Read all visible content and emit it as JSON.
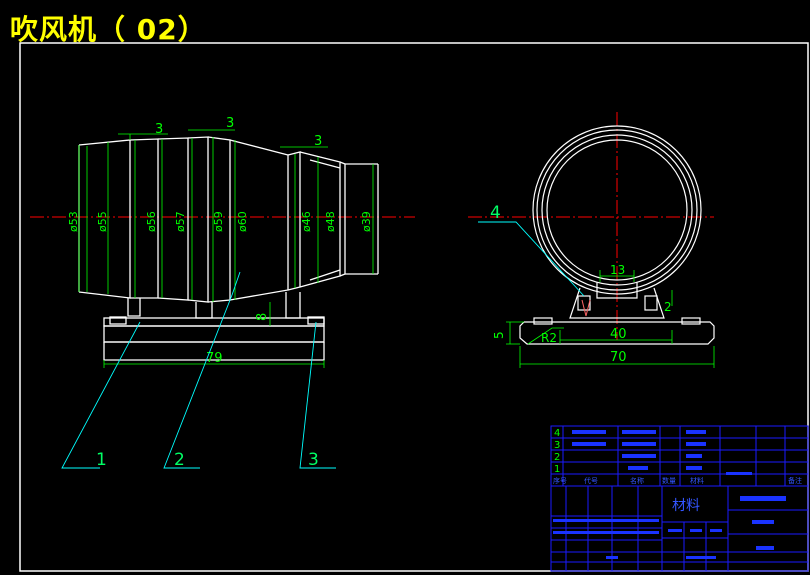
{
  "title": "吹风机（ 02）",
  "front_view": {
    "diameters": [
      "ø53",
      "ø55",
      "ø56",
      "ø57",
      "ø59",
      "ø60",
      "ø46",
      "ø48",
      "ø39"
    ],
    "top_dims": [
      "3",
      "3",
      "3"
    ],
    "height_dim": "8",
    "length_dim": "79",
    "part_labels": [
      "1",
      "2",
      "3"
    ]
  },
  "side_view": {
    "part_label": "4",
    "dims": {
      "saddle_width": "13",
      "small_dim": "2",
      "base_height": "5",
      "radius": "R2",
      "hole_spacing": "40",
      "base_width": "70"
    }
  },
  "title_block": {
    "material_label": "材料",
    "row_numbers": [
      "4",
      "3",
      "2",
      "1"
    ],
    "header_cells": [
      "序号",
      "代号",
      "名称",
      "数量",
      "材料",
      "备注"
    ]
  },
  "colors": {
    "background": "#000000",
    "outline": "#ffffff",
    "dimension": "#00ff00",
    "leader": "#00ffff",
    "center": "#ff0000",
    "title": "#ffff00",
    "table": "#0000ff"
  }
}
